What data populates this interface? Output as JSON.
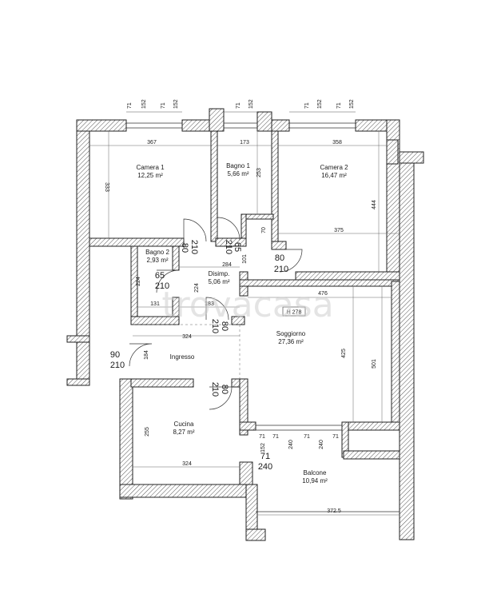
{
  "rooms": [
    {
      "name": "Camera 1",
      "area": "12,25 m²"
    },
    {
      "name": "Bagno 1",
      "area": "5,66 m²"
    },
    {
      "name": "Camera 2",
      "area": "16,47 m²"
    },
    {
      "name": "Bagno 2",
      "area": "2,93 m²"
    },
    {
      "name": "Disimp.",
      "area": "5,06 m²"
    },
    {
      "name": "Soggiorno",
      "area": "27,36 m²"
    },
    {
      "name": "Ingresso",
      "area": ""
    },
    {
      "name": "Cucina",
      "area": "8,27 m²"
    },
    {
      "name": "Balcone",
      "area": "10,94 m²"
    }
  ],
  "height_tag": "H 278",
  "watermark": "trovacasa",
  "top_dims": [
    "71",
    "152",
    "71",
    "152",
    "71",
    "152",
    "71",
    "152",
    "71",
    "152"
  ],
  "balcony_dims": [
    "152",
    "71",
    "71",
    "240",
    "71",
    "240",
    "71"
  ],
  "balcony_door": [
    "71",
    "240"
  ],
  "dims": {
    "c1_w": "367",
    "b1_w": "173",
    "c2_w": "358",
    "c1_h": "333",
    "b1_h": "253",
    "c2_h": "444",
    "b1_70": "70",
    "c2_375": "375",
    "dis_284": "284",
    "dis_101": "101",
    "b2_224": "224",
    "b2_131": "131",
    "dis_224": "224",
    "dis_183": "183",
    "sog_476": "476",
    "sog_425": "425",
    "sog_501": "501",
    "ing_324": "324",
    "ing_184": "184",
    "cuc_255": "255",
    "cuc_324": "324",
    "bal_372": "372.5"
  },
  "doors": {
    "d1_w": "80",
    "d1_h": "210",
    "d2_w": "210",
    "d2_h": "65",
    "d3_w": "80",
    "d3_h": "210",
    "d4_w": "65",
    "d4_h": "210",
    "d5_w": "210",
    "d5_h": "80",
    "d6_w": "90",
    "d6_h": "210",
    "d7_w": "210",
    "d7_h": "80"
  }
}
